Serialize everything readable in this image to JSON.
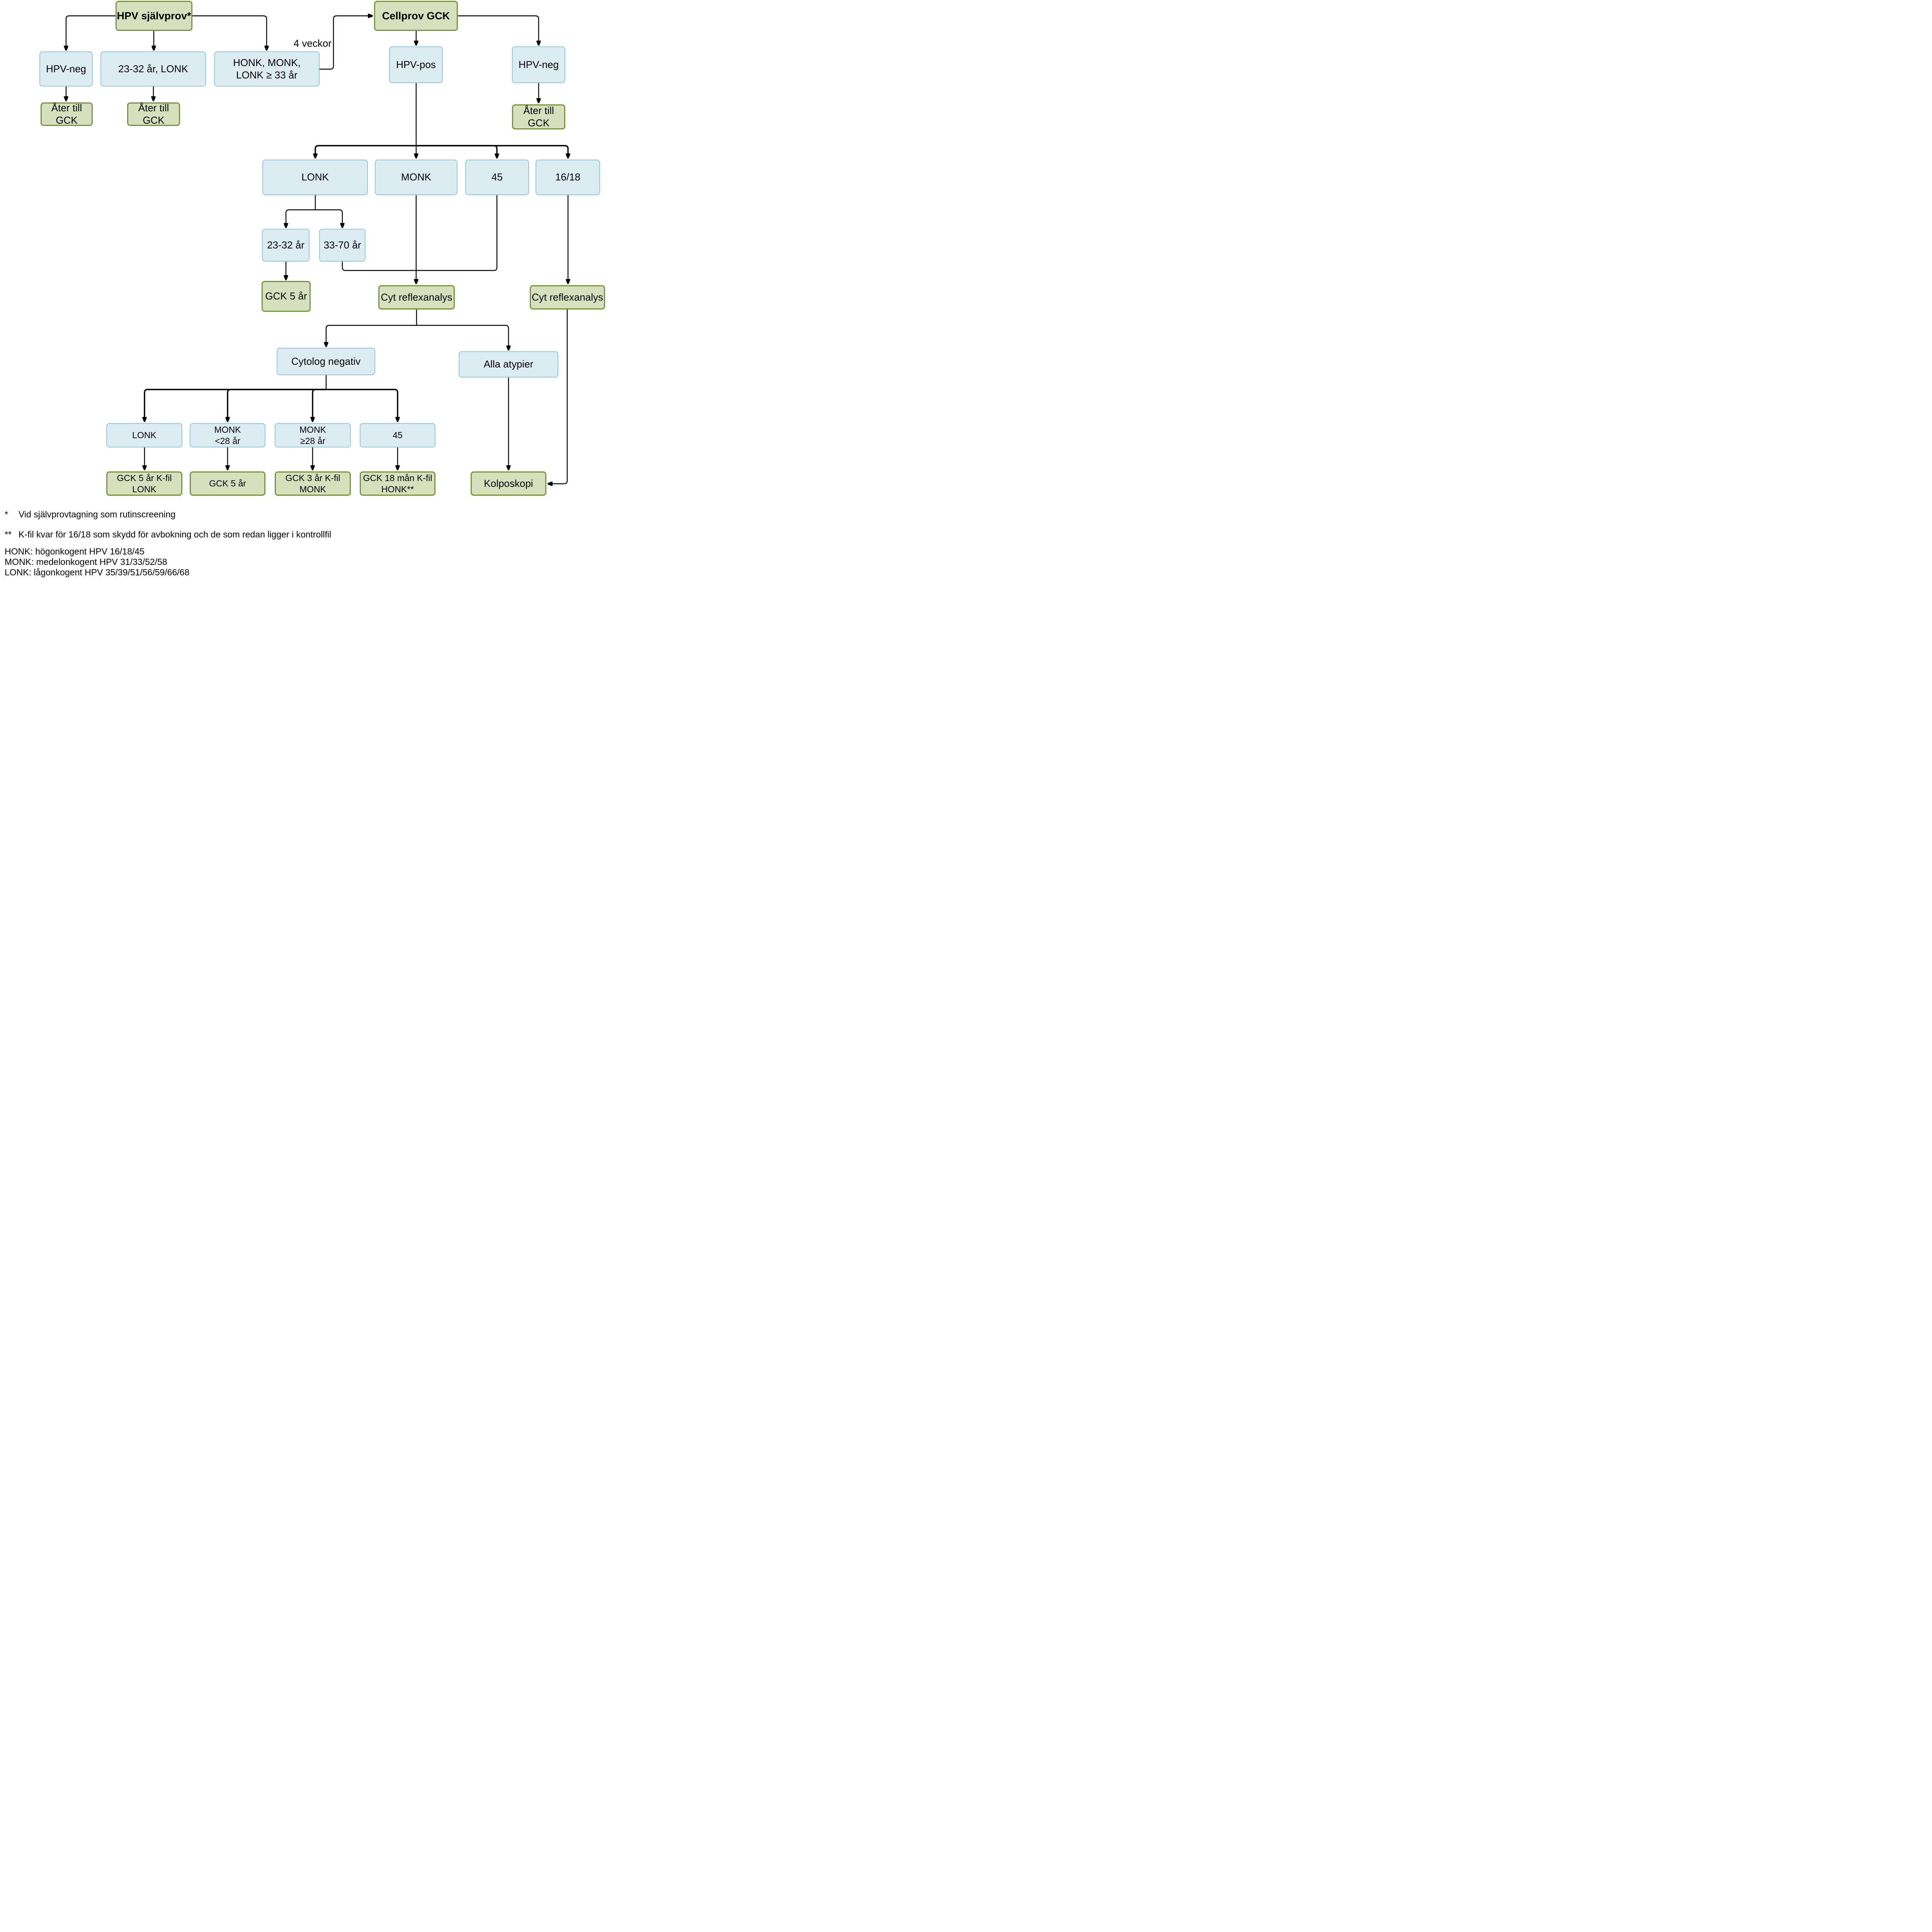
{
  "diagram": {
    "type": "flowchart",
    "language": "sv",
    "nodes": {
      "hpv_sjalvprov": {
        "label": "HPV självprov*"
      },
      "cellprov_gck": {
        "label": "Cellprov GCK"
      },
      "hpv_neg_left": {
        "label": "HPV-neg"
      },
      "lonk_23_32": {
        "label": "23-32 år, LONK"
      },
      "honk_monk_lonk": {
        "label": "HONK, MONK,\nLONK ≥ 33 år"
      },
      "hpv_pos": {
        "label": "HPV-pos"
      },
      "hpv_neg_right": {
        "label": "HPV-neg"
      },
      "ater_till_gck_1": {
        "label": "Åter till GCK"
      },
      "ater_till_gck_2": {
        "label": "Åter till GCK"
      },
      "ater_till_gck_3": {
        "label": "Åter till GCK"
      },
      "lonk_group": {
        "label": "LONK"
      },
      "monk_group": {
        "label": "MONK"
      },
      "hpv_45": {
        "label": "45"
      },
      "hpv_16_18": {
        "label": "16/18"
      },
      "age_23_32": {
        "label": "23-32 år"
      },
      "age_33_70": {
        "label": "33-70 år"
      },
      "gck_5_ar_mid": {
        "label": "GCK 5 år"
      },
      "cyt_reflex_center": {
        "label": "Cyt reflexanalys"
      },
      "cyt_reflex_right": {
        "label": "Cyt reflexanalys"
      },
      "cytolog_negativ": {
        "label": "Cytolog negativ"
      },
      "alla_atypier": {
        "label": "Alla atypier"
      },
      "lonk_bottom": {
        "label": "LONK"
      },
      "monk_lt_28": {
        "label": "MONK\n<28 år"
      },
      "monk_ge_28": {
        "label": "MONK\n≥28 år"
      },
      "hpv_45_bottom": {
        "label": "45"
      },
      "gck_5_kfil_lonk": {
        "label": "GCK 5 år K-fil\nLONK"
      },
      "gck_5_ar_bottom": {
        "label": "GCK 5 år"
      },
      "gck_3_kfil_monk": {
        "label": "GCK 3 år K-fil\nMONK"
      },
      "gck_18_kfil_honk": {
        "label": "GCK 18 mån K-fil\nHONK**"
      },
      "kolposkopi": {
        "label": "Kolposkopi"
      }
    },
    "edge_label": "4 veckor",
    "footnotes": [
      {
        "marker": "*",
        "text": "Vid självprovtagning som rutinscreening"
      },
      {
        "marker": "**",
        "text": "K-fil kvar för 16/18 som skydd för avbokning och de som redan ligger i kontrollfil"
      }
    ],
    "legend": [
      "HONK: högonkogent HPV 16/18/45",
      "MONK: medelonkogent HPV 31/33/52/58",
      "LONK: lågonkogent HPV 35/39/51/56/59/66/68"
    ],
    "colors": {
      "green_fill": "#d6e0bc",
      "green_border": "#77933d",
      "blue_fill": "#dcecf2",
      "blue_border": "#92c9d8",
      "line": "#000000"
    }
  }
}
